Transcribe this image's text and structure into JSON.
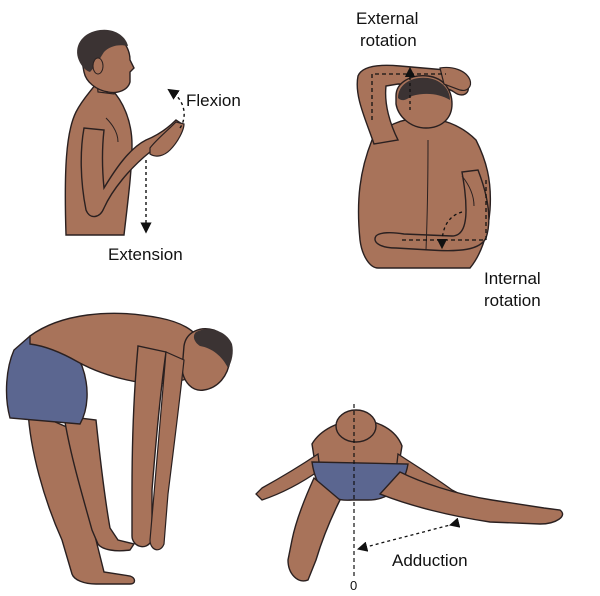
{
  "labels": {
    "flexion": "Flexion",
    "extension": "Extension",
    "external_rotation_1": "External",
    "external_rotation_2": "rotation",
    "internal_rotation_1": "Internal",
    "internal_rotation_2": "rotation",
    "adduction": "Adduction",
    "zero": "0"
  },
  "colors": {
    "skin": "#a8735a",
    "skin_dark": "#8b5a44",
    "hair": "#3b3333",
    "shorts": "#5b6690",
    "shorts_dark": "#454f78",
    "line": "#2a2020",
    "text": "#111111"
  }
}
